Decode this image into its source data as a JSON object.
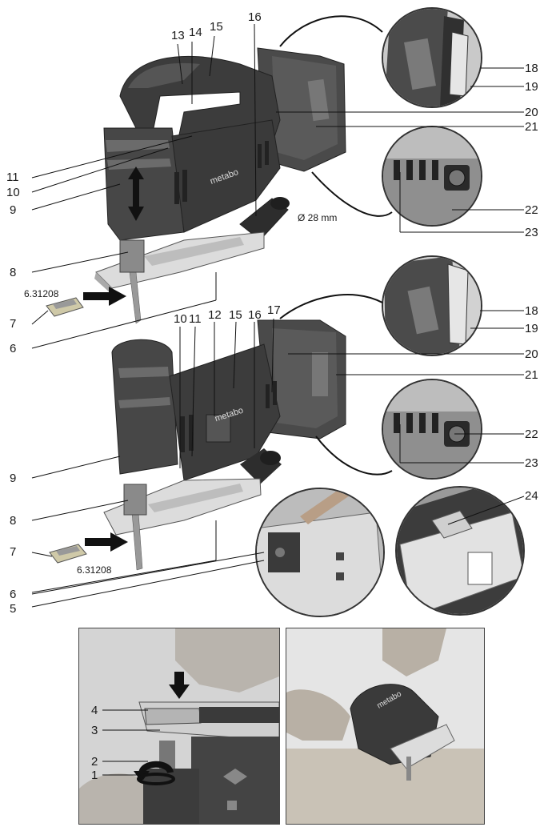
{
  "callouts_top": {
    "n13": "13",
    "n14": "14",
    "n15": "15",
    "n16": "16",
    "n18": "18",
    "n19": "19",
    "n20": "20",
    "n21": "21",
    "n11": "11",
    "n10": "10",
    "n9": "9",
    "n22": "22",
    "n23": "23",
    "n8": "8",
    "n7": "7",
    "n6": "6",
    "part_number": "6.31208",
    "dust_diameter": "Ø 28 mm"
  },
  "callouts_bottom": {
    "n10": "10",
    "n11": "11",
    "n12": "12",
    "n15": "15",
    "n16": "16",
    "n17": "17",
    "n18": "18",
    "n19": "19",
    "n20": "20",
    "n21": "21",
    "n22": "22",
    "n23": "23",
    "n24": "24",
    "n9": "9",
    "n8": "8",
    "n7": "7",
    "n6": "6",
    "n5": "5",
    "part_number": "6.31208"
  },
  "lower_left_panel": {
    "n4": "4",
    "n3": "3",
    "n2": "2",
    "n1": "1"
  },
  "brand_text": "metabo",
  "colors": {
    "tool_body": "#3c3c3c",
    "tool_dark": "#2a2a2a",
    "battery": "#4a4a4a",
    "base": "#d8d8d8",
    "panel_bg": "#cfcfcf",
    "line": "#222222"
  },
  "icons": [
    "up-down-arrow-icon",
    "right-arrow-icon",
    "down-arrow-icon",
    "rotate-arrow-icon"
  ]
}
